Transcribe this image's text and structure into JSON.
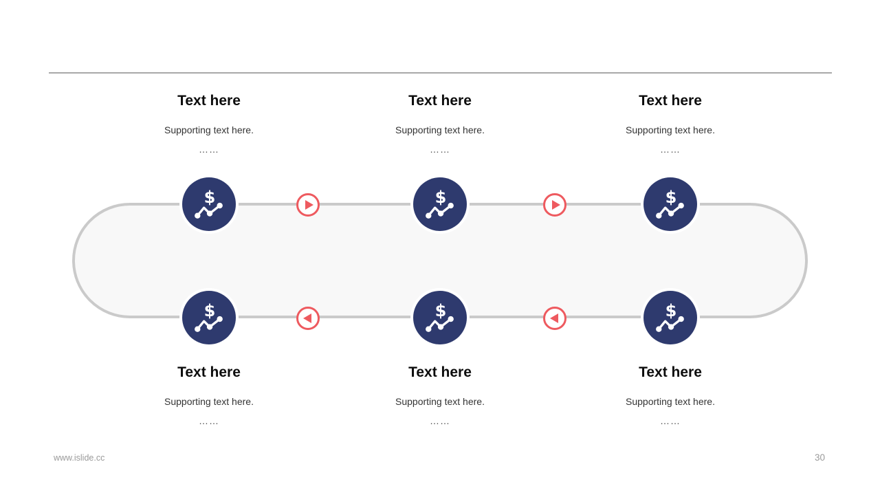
{
  "colors": {
    "navy": "#2e3a6e",
    "red": "#ee5a5f",
    "track_fill": "#f8f8f8",
    "track_border": "#cacaca",
    "divider": "#a8a8a8",
    "footer_text": "#9a9a9a"
  },
  "icons": {
    "node": "dollar-trend-icon",
    "forward": "play-forward-icon",
    "backward": "play-backward-icon"
  },
  "top_items": [
    {
      "title": "Text here",
      "supporting": "Supporting text here.",
      "ellipsis": "……"
    },
    {
      "title": "Text here",
      "supporting": "Supporting text here.",
      "ellipsis": "……"
    },
    {
      "title": "Text here",
      "supporting": "Supporting text here.",
      "ellipsis": "……"
    }
  ],
  "bottom_items": [
    {
      "title": "Text here",
      "supporting": "Supporting text here.",
      "ellipsis": "……"
    },
    {
      "title": "Text here",
      "supporting": "Supporting text here.",
      "ellipsis": "……"
    },
    {
      "title": "Text here",
      "supporting": "Supporting text here.",
      "ellipsis": "……"
    }
  ],
  "footer": {
    "site": "www.islide.cc",
    "page_number": "30"
  }
}
